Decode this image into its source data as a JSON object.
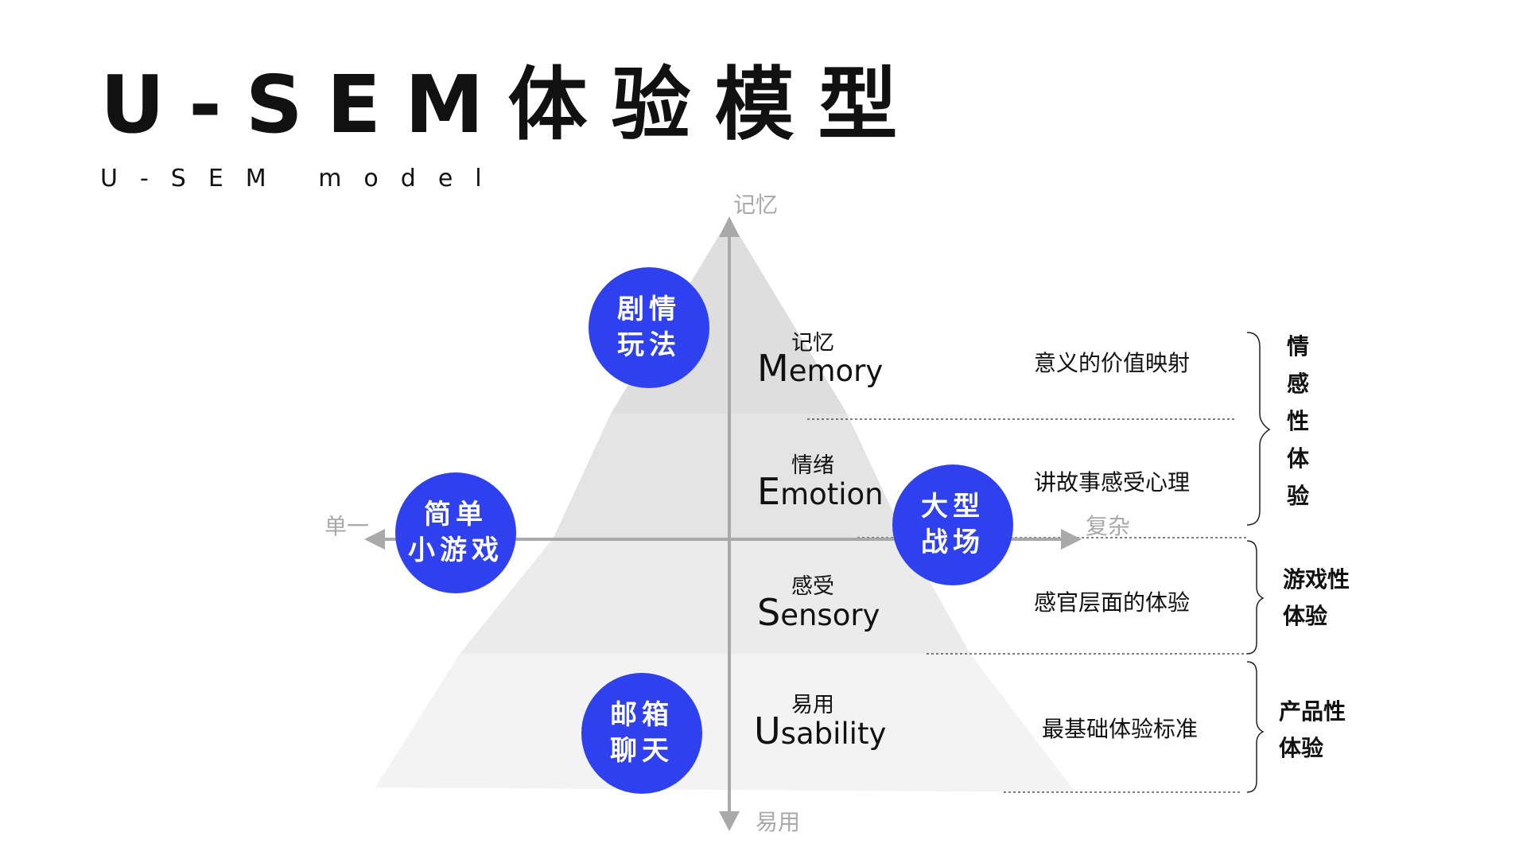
{
  "title": "U-SEM体验模型",
  "subtitle": "U-SEM model",
  "axes": {
    "top": "记忆",
    "bottom": "易用",
    "left": "单一",
    "right": "复杂"
  },
  "levels": [
    {
      "cn": "记忆",
      "initial": "M",
      "rest": "emory",
      "desc": "意义的价值映射"
    },
    {
      "cn": "情绪",
      "initial": "E",
      "rest": "motion",
      "desc": "讲故事感受心理"
    },
    {
      "cn": "感受",
      "initial": "S",
      "rest": "ensory",
      "desc": "感官层面的体验"
    },
    {
      "cn": "易用",
      "initial": "U",
      "rest": "sability",
      "desc": "最基础体验标准"
    }
  ],
  "circles": [
    {
      "line1": "剧情",
      "line2": "玩法"
    },
    {
      "line1": "简单",
      "line2": "小游戏"
    },
    {
      "line1": "大型",
      "line2": "战场"
    },
    {
      "line1": "邮箱",
      "line2": "聊天"
    }
  ],
  "groups": {
    "emotional": "情感性体验",
    "game_line1": "游戏性",
    "game_line2": "体验",
    "product_line1": "产品性",
    "product_line2": "体验"
  },
  "colors": {
    "accent": "#2f40ef",
    "axis": "#a9a9a9",
    "pyramid_top": "#e1e1e1",
    "pyramid_bottom": "#f1f1f1"
  }
}
